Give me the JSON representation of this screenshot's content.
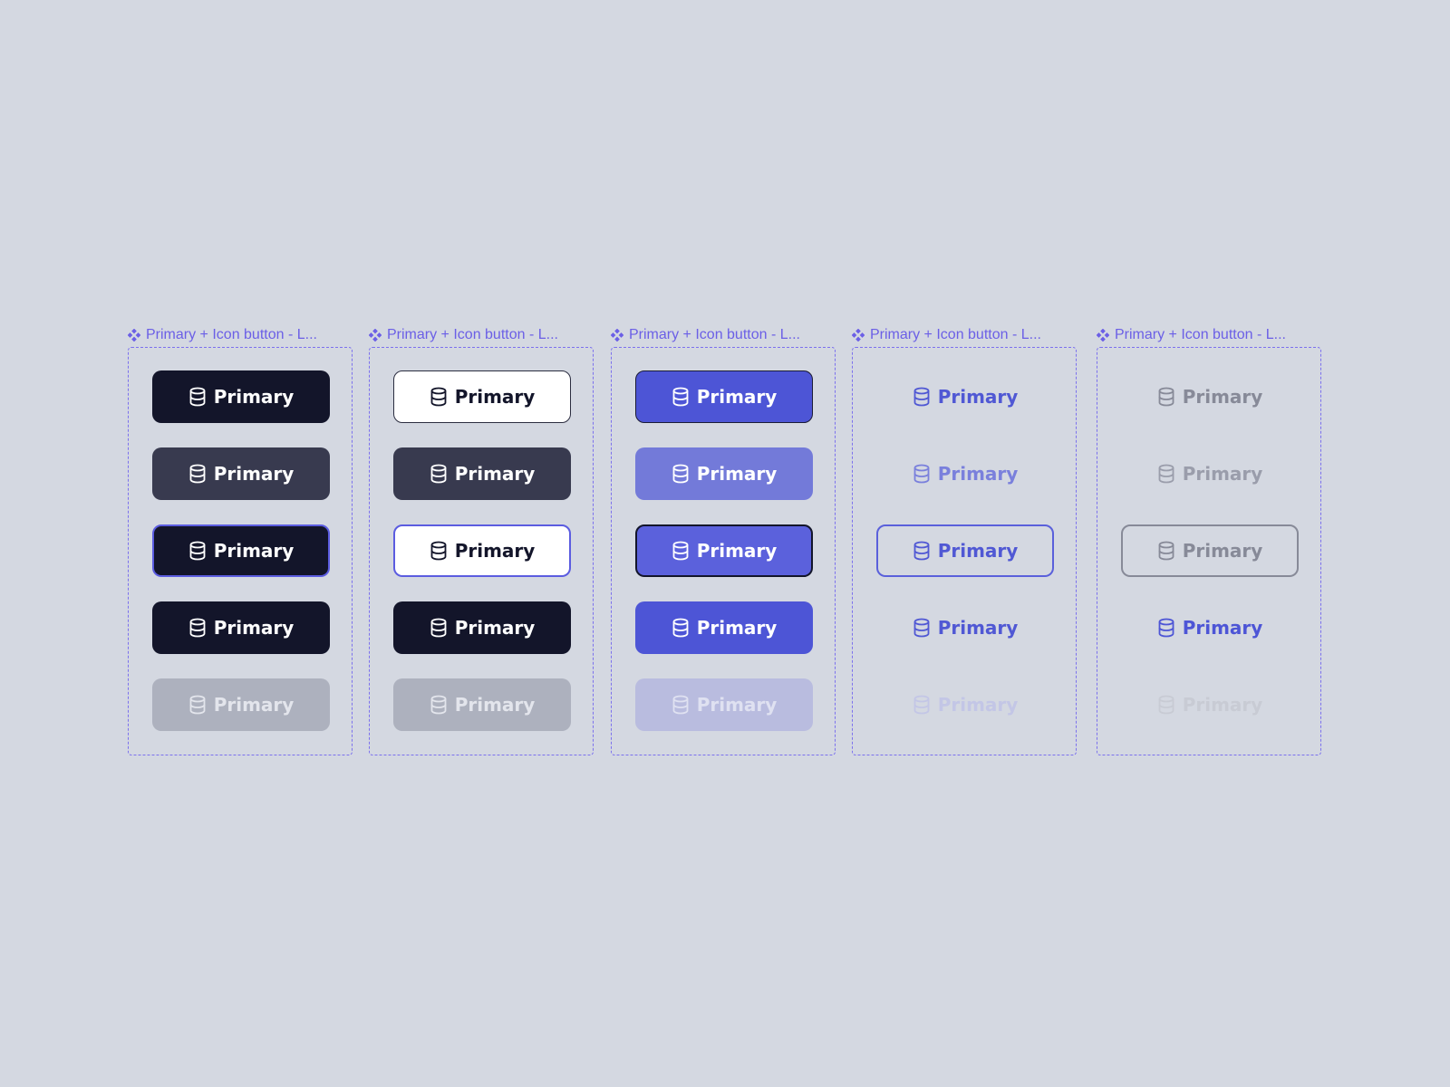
{
  "colors": {
    "canvas": "#d4d8e1",
    "frame_border": "#7b70ee",
    "dark": "#13152a",
    "indigo": "#4d55d6",
    "focus_ring": "#5b5ce0"
  },
  "frames": [
    {
      "label": "Primary + Icon button - L...",
      "buttons": [
        {
          "label": "Primary",
          "icon": "database-icon",
          "state": "default"
        },
        {
          "label": "Primary",
          "icon": "database-icon",
          "state": "hover"
        },
        {
          "label": "Primary",
          "icon": "database-icon",
          "state": "focused"
        },
        {
          "label": "Primary",
          "icon": "database-icon",
          "state": "pressed"
        },
        {
          "label": "Primary",
          "icon": "database-icon",
          "state": "disabled"
        }
      ]
    },
    {
      "label": "Primary + Icon button - L...",
      "buttons": [
        {
          "label": "Primary",
          "icon": "database-icon",
          "state": "default"
        },
        {
          "label": "Primary",
          "icon": "database-icon",
          "state": "hover"
        },
        {
          "label": "Primary",
          "icon": "database-icon",
          "state": "focused"
        },
        {
          "label": "Primary",
          "icon": "database-icon",
          "state": "pressed"
        },
        {
          "label": "Primary",
          "icon": "database-icon",
          "state": "disabled"
        }
      ]
    },
    {
      "label": "Primary + Icon button - L...",
      "buttons": [
        {
          "label": "Primary",
          "icon": "database-icon",
          "state": "default"
        },
        {
          "label": "Primary",
          "icon": "database-icon",
          "state": "hover"
        },
        {
          "label": "Primary",
          "icon": "database-icon",
          "state": "focused"
        },
        {
          "label": "Primary",
          "icon": "database-icon",
          "state": "pressed"
        },
        {
          "label": "Primary",
          "icon": "database-icon",
          "state": "disabled"
        }
      ]
    },
    {
      "label": "Primary + Icon button - L...",
      "buttons": [
        {
          "label": "Primary",
          "icon": "database-icon",
          "state": "default"
        },
        {
          "label": "Primary",
          "icon": "database-icon",
          "state": "hover"
        },
        {
          "label": "Primary",
          "icon": "database-icon",
          "state": "focused"
        },
        {
          "label": "Primary",
          "icon": "database-icon",
          "state": "pressed"
        },
        {
          "label": "Primary",
          "icon": "database-icon",
          "state": "disabled"
        }
      ]
    },
    {
      "label": "Primary + Icon button - L...",
      "buttons": [
        {
          "label": "Primary",
          "icon": "database-icon",
          "state": "default"
        },
        {
          "label": "Primary",
          "icon": "database-icon",
          "state": "hover"
        },
        {
          "label": "Primary",
          "icon": "database-icon",
          "state": "focused"
        },
        {
          "label": "Primary",
          "icon": "database-icon",
          "state": "pressed"
        },
        {
          "label": "Primary",
          "icon": "database-icon",
          "state": "disabled"
        }
      ]
    }
  ]
}
